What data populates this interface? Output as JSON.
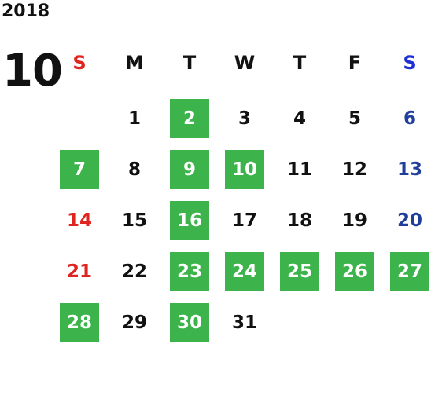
{
  "calendar": {
    "year": "2018",
    "month": "10",
    "weekdays": [
      "S",
      "M",
      "T",
      "W",
      "T",
      "F",
      "S"
    ],
    "colors": {
      "highlight": "#3cb44b",
      "sunday": "#e0241f",
      "saturday": "#1f3f99",
      "sunday_header": "#e0241f",
      "saturday_header": "#1c2fd6",
      "normal": "#111111"
    },
    "first_weekday_index": 1,
    "days": [
      "1",
      "2",
      "3",
      "4",
      "5",
      "6",
      "7",
      "8",
      "9",
      "10",
      "11",
      "12",
      "13",
      "14",
      "15",
      "16",
      "17",
      "18",
      "19",
      "20",
      "21",
      "22",
      "23",
      "24",
      "25",
      "26",
      "27",
      "28",
      "29",
      "30",
      "31"
    ],
    "highlighted_days": [
      "2",
      "7",
      "9",
      "10",
      "16",
      "23",
      "24",
      "25",
      "26",
      "27",
      "28",
      "30"
    ]
  }
}
